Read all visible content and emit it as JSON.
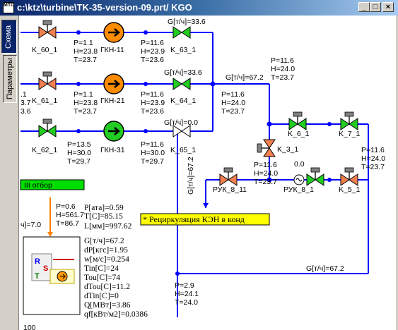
{
  "window": {
    "title": "c:\\ktz\\turbine\\TK-35-version-09.prt/ KGO",
    "app_icon_text": "МТС",
    "minimize": "_",
    "maximize": "□",
    "close": "×"
  },
  "tabs": [
    {
      "label": "Схема"
    },
    {
      "label": "Параметры"
    }
  ],
  "diagram": {
    "top_flow_label": "G[т/ч]=33.6",
    "valves": {
      "k60": "K_60_1",
      "k61": "K_61_1",
      "k62": "K_62_1",
      "k63": "K_63_1",
      "k64": "K_64_1",
      "k65": "K_65_1",
      "k6": "K_6_1",
      "k7": "K_7_1",
      "k3": "K_3_1",
      "k5": "K_5_1",
      "ruk811": "РУК_8_11",
      "ruk81": "РУК_8_1"
    },
    "pumps": {
      "gkn11": "ГКН-11",
      "gkn21": "ГКН-21",
      "gkn31": "ГКН-31"
    },
    "p1": [
      "P=1.1",
      "H=23.8",
      "T=23.7"
    ],
    "p2": [
      "P=11.6",
      "H=23.9",
      "T=23.6"
    ],
    "p3": [
      "P=1.1",
      "H=23.8",
      "T=23.7"
    ],
    "p4": [
      "P=11.6",
      "H=23.9",
      "T=23.6"
    ],
    "p5": [
      "P=13.5",
      "H=30.0",
      "T=29.7"
    ],
    "p6": [
      "P=11.6",
      "H=30.0",
      "T=29.7"
    ],
    "p_left_partial": [
      ".1",
      "3.7",
      "3.6"
    ],
    "flow_row2": "G[т/ч]=33.6",
    "flow_row3": "G[т/ч]=0.0",
    "flow_main": "G[т/ч]=67.2",
    "p_main": [
      "P=11.6",
      "H=24.0",
      "T=23.7"
    ],
    "p_top_right": [
      "P=11.6",
      "H=24.0",
      "T=23.7"
    ],
    "p_right": [
      "P=11.6",
      "H=24.0",
      "T=23.7"
    ],
    "p_ruk": [
      "P=11.6",
      "H=24.0",
      "T=23.7"
    ],
    "recirc_value": "0.0",
    "vertical_flow": "G[т/ч]=67.2",
    "recirc_note": "* Рециркуляция КЭН в конд",
    "extraction": "III отбор",
    "left_flow": "ч]=7.0",
    "extraction_params": [
      "P=0.6",
      "H=561.7",
      "T=86.7"
    ],
    "aux_params": [
      "P[ата]=0.59",
      "T[C]=85.15",
      "L[мм]=997.62"
    ],
    "hx_params": [
      "G[т/ч]=67.2",
      "dP[кгс]=1.95",
      "w[м/с]=0.254",
      "Tin[C]=24",
      "Tou[C]=74",
      "dTou[C]=11.2",
      "dTin[C]=0",
      "Q[МВт]=3.86",
      "qf[кВт/м2]=0.0386"
    ],
    "bottom_flow": "G[т/ч]=67.2",
    "p_bottom": [
      "P=2.9",
      "H=24.1",
      "T=24.0"
    ],
    "bottom_cut": "100"
  },
  "colors": {
    "pipe": "#0000ff",
    "valve_orange": "#f08050",
    "valve_green": "#22cc22",
    "pump_orange": "#ff8c00",
    "pump_green": "#22cc22",
    "note_bg": "#ffff00",
    "extraction_bg": "#00dd00"
  }
}
